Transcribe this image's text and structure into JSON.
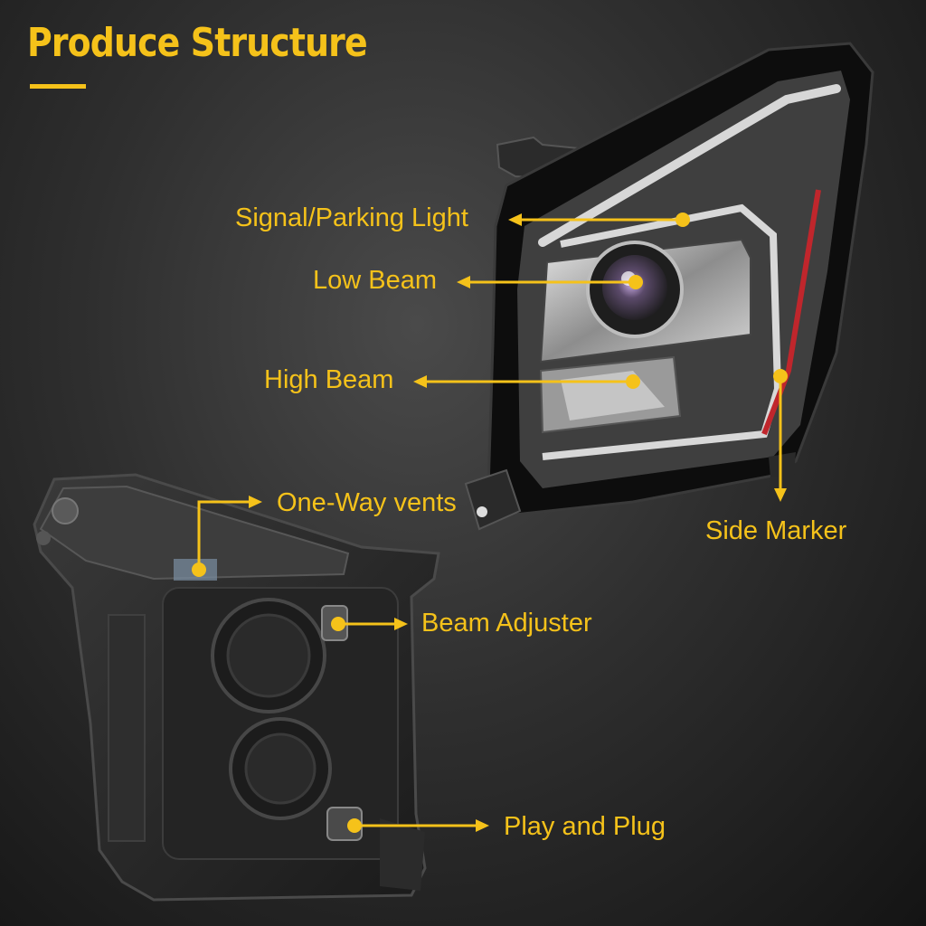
{
  "title": "Produce Structure",
  "accent_color": "#f5c21a",
  "labels": {
    "signal_parking_light": "Signal/Parking Light",
    "low_beam": "Low Beam",
    "high_beam": "High Beam",
    "side_marker": "Side Marker",
    "one_way_vents": "One-Way vents",
    "beam_adjuster": "Beam Adjuster",
    "play_and_plug": "Play and Plug"
  }
}
